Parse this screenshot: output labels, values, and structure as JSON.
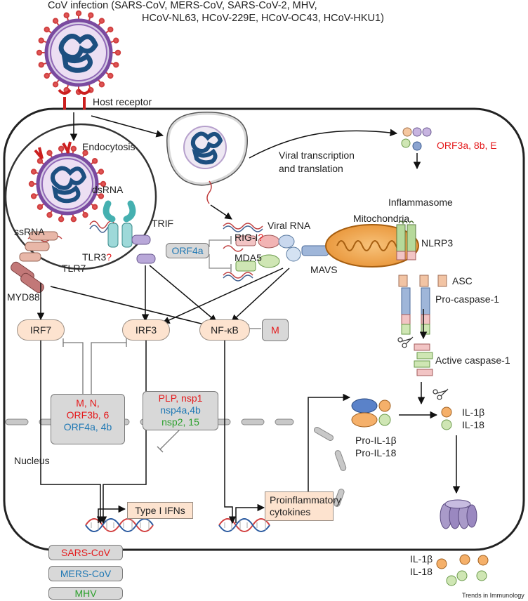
{
  "title_line1": "CoV infection (SARS-CoV, MERS-CoV, SARS-CoV-2, MHV,",
  "title_line2": "HCoV-NL63, HCoV-229E, HCoV-OC43, HCoV-HKU1)",
  "labels": {
    "host_receptor": "Host receptor",
    "endocytosis": "Endocytosis",
    "viral_transcription_1": "Viral transcription",
    "viral_transcription_2": "and translation",
    "orf3a": "ORF3a, 8b, E",
    "inflammasome": "Inflammasome",
    "nlrp3": "NLRP3",
    "asc": "ASC",
    "pro_caspase": "Pro-caspase-1",
    "active_caspase": "Active caspase-1",
    "dsrna": "dsRNA",
    "ssrna": "ssRNA",
    "trif": "TRIF",
    "tlr3": "TLR3",
    "tlr3_q": "?",
    "tlr7": "TLR7",
    "myd88": "MYD88",
    "viral_rna": "Viral RNA",
    "mitochondria": "Mitochondria",
    "rigi": "RIG-I",
    "rigi_q": "?",
    "mda5": "MDA5",
    "mavs": "MAVS",
    "orf4a": "ORF4a",
    "irf7": "IRF7",
    "irf3": "IRF3",
    "nfkb": "NF-κB",
    "m_box": "M",
    "nucleus": "Nucleus",
    "type1_ifns": "Type I IFNs",
    "proinflammatory_1": "Proinflammatory",
    "proinflammatory_2": "cytokines",
    "pro_il1b": "Pro-IL-1β",
    "pro_il18": "Pro-IL-18",
    "il1b_right": "IL-1β",
    "il18_right": "IL-18",
    "il1b_bottom": "IL-1β",
    "il18_bottom": "IL-18",
    "trends": "Trends in Immunology"
  },
  "inhibitor_box_1": {
    "line1": "M, N,",
    "line2": "ORF3b, 6",
    "line3": "ORF4a, 4b"
  },
  "inhibitor_box_2": {
    "line1": "PLP, nsp1",
    "line2": "nsp4a,4b",
    "line3": "nsp2, 15"
  },
  "legend": [
    {
      "label": "SARS-CoV",
      "color": "#e41a1c"
    },
    {
      "label": "MERS-CoV",
      "color": "#1f78b4"
    },
    {
      "label": "MHV",
      "color": "#2ca02c"
    }
  ],
  "colors": {
    "sars": "#e41a1c",
    "mers": "#1f78b4",
    "mhv": "#2ca02c",
    "node_fill": "#fde3cf",
    "grey_box": "#d8d8d8"
  }
}
